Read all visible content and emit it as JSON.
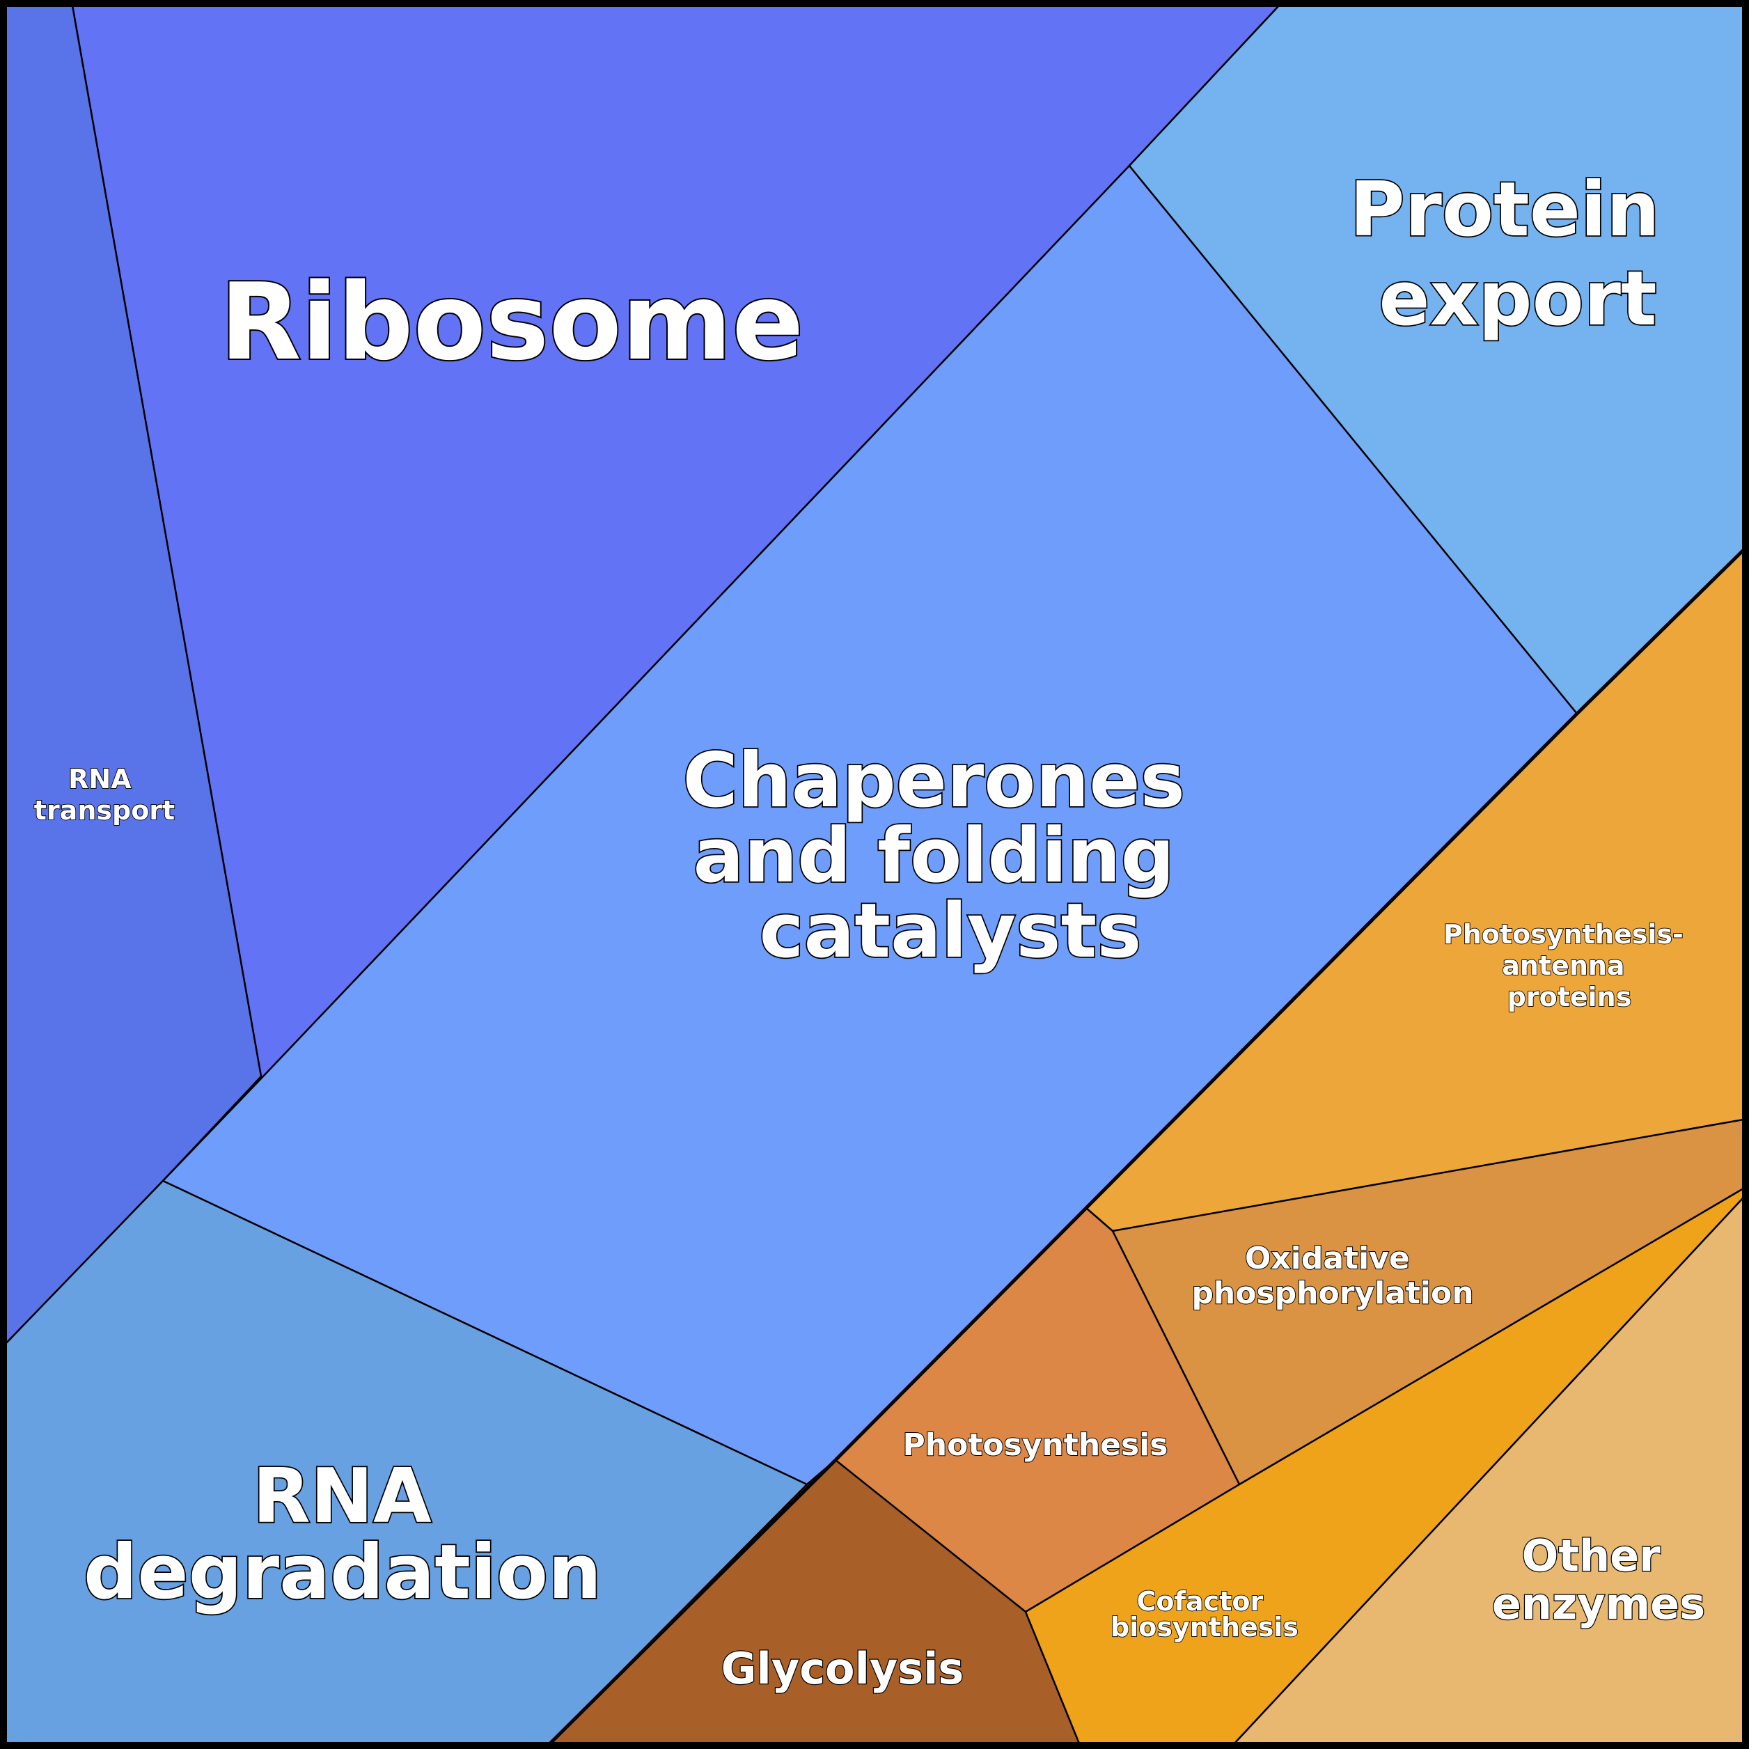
{
  "diagram": {
    "type": "voronoi treemap",
    "groups": [
      {
        "color": "#6f9dfc",
        "cells": [
          {
            "key": "ribosome",
            "label": "Ribosome",
            "color": "#6373f5"
          },
          {
            "key": "rna_transport",
            "label": "RNA transport",
            "color": "#5973e8"
          },
          {
            "key": "chaperones",
            "label": "Chaperones and folding catalysts",
            "color": "#6f9dfc"
          },
          {
            "key": "protein_export",
            "label": "Protein export",
            "color": "#74b3f0"
          },
          {
            "key": "rna_degradation",
            "label": "RNA degradation",
            "color": "#68a1e2"
          }
        ]
      },
      {
        "color": "#eda63a",
        "cells": [
          {
            "key": "photosynthesis_antenna",
            "label": "Photosynthesis- antenna proteins",
            "color": "#eda63a"
          },
          {
            "key": "oxidative_phosphorylation",
            "label": "Oxidative phosphorylation",
            "color": "#da9243"
          },
          {
            "key": "photosynthesis",
            "label": "Photosynthesis",
            "color": "#dc8745"
          },
          {
            "key": "glycolysis",
            "label": "Glycolysis",
            "color": "#a96028"
          },
          {
            "key": "cofactor_biosynthesis",
            "label": "Cofactor biosynthesis",
            "color": "#eea31b"
          },
          {
            "key": "other_enzymes",
            "label": "Other enzymes",
            "color": "#e8b871"
          }
        ]
      }
    ]
  },
  "labels": {
    "ribosome": [
      "Ribosome"
    ],
    "rna_transport": [
      "RNA",
      "transport"
    ],
    "chaperones": [
      "Chaperones",
      "and folding",
      "catalysts"
    ],
    "protein_export": [
      "Protein",
      "export"
    ],
    "rna_degradation": [
      "RNA",
      "degradation"
    ],
    "photosynthesis_antenna": [
      "Photosynthesis-",
      "antenna",
      "proteins"
    ],
    "oxidative_phosphorylation": [
      "Oxidative",
      "phosphorylation"
    ],
    "photosynthesis": [
      "Photosynthesis"
    ],
    "glycolysis": [
      "Glycolysis"
    ],
    "cofactor_biosynthesis": [
      "Cofactor",
      "biosynthesis"
    ],
    "other_enzymes": [
      "Other",
      "enzymes"
    ]
  }
}
